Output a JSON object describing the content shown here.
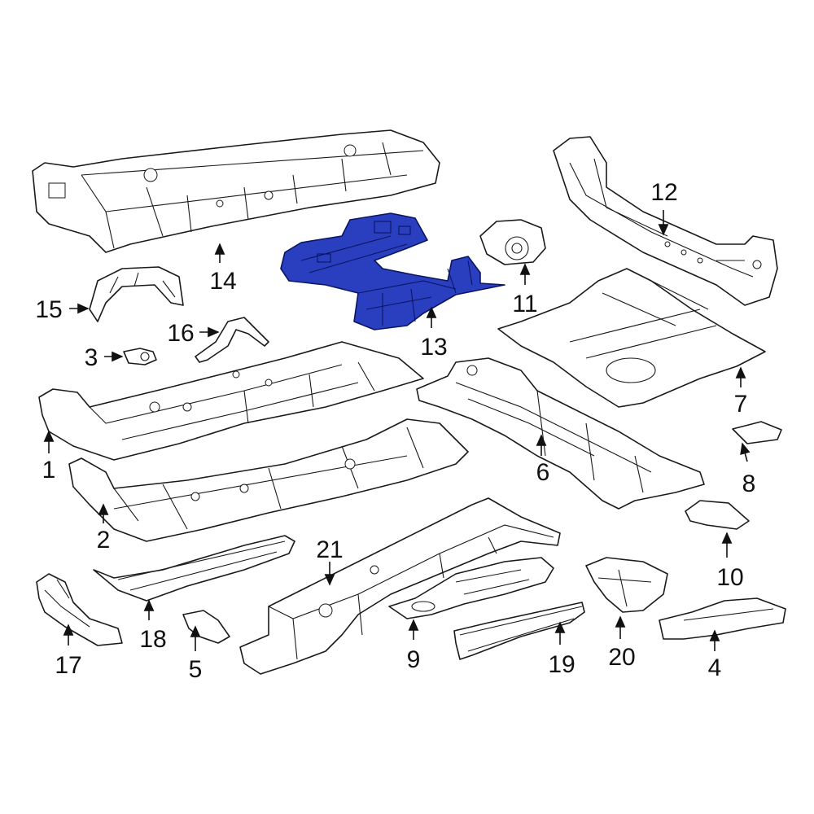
{
  "callouts": [
    {
      "id": "c1",
      "label": "1"
    },
    {
      "id": "c2",
      "label": "2"
    },
    {
      "id": "c3",
      "label": "3"
    },
    {
      "id": "c4",
      "label": "4"
    },
    {
      "id": "c5",
      "label": "5"
    },
    {
      "id": "c6",
      "label": "6"
    },
    {
      "id": "c7",
      "label": "7"
    },
    {
      "id": "c8",
      "label": "8"
    },
    {
      "id": "c9",
      "label": "9"
    },
    {
      "id": "c10",
      "label": "10"
    },
    {
      "id": "c11",
      "label": "11"
    },
    {
      "id": "c12",
      "label": "12"
    },
    {
      "id": "c13",
      "label": "13"
    },
    {
      "id": "c14",
      "label": "14"
    },
    {
      "id": "c15",
      "label": "15"
    },
    {
      "id": "c16",
      "label": "16"
    },
    {
      "id": "c17",
      "label": "17"
    },
    {
      "id": "c18",
      "label": "18"
    },
    {
      "id": "c19",
      "label": "19"
    },
    {
      "id": "c20",
      "label": "20"
    },
    {
      "id": "c21",
      "label": "21"
    }
  ],
  "highlighted_part": "13",
  "colors": {
    "highlight": "#2a3fbf",
    "line": "#1a1a1a",
    "background": "#ffffff"
  }
}
